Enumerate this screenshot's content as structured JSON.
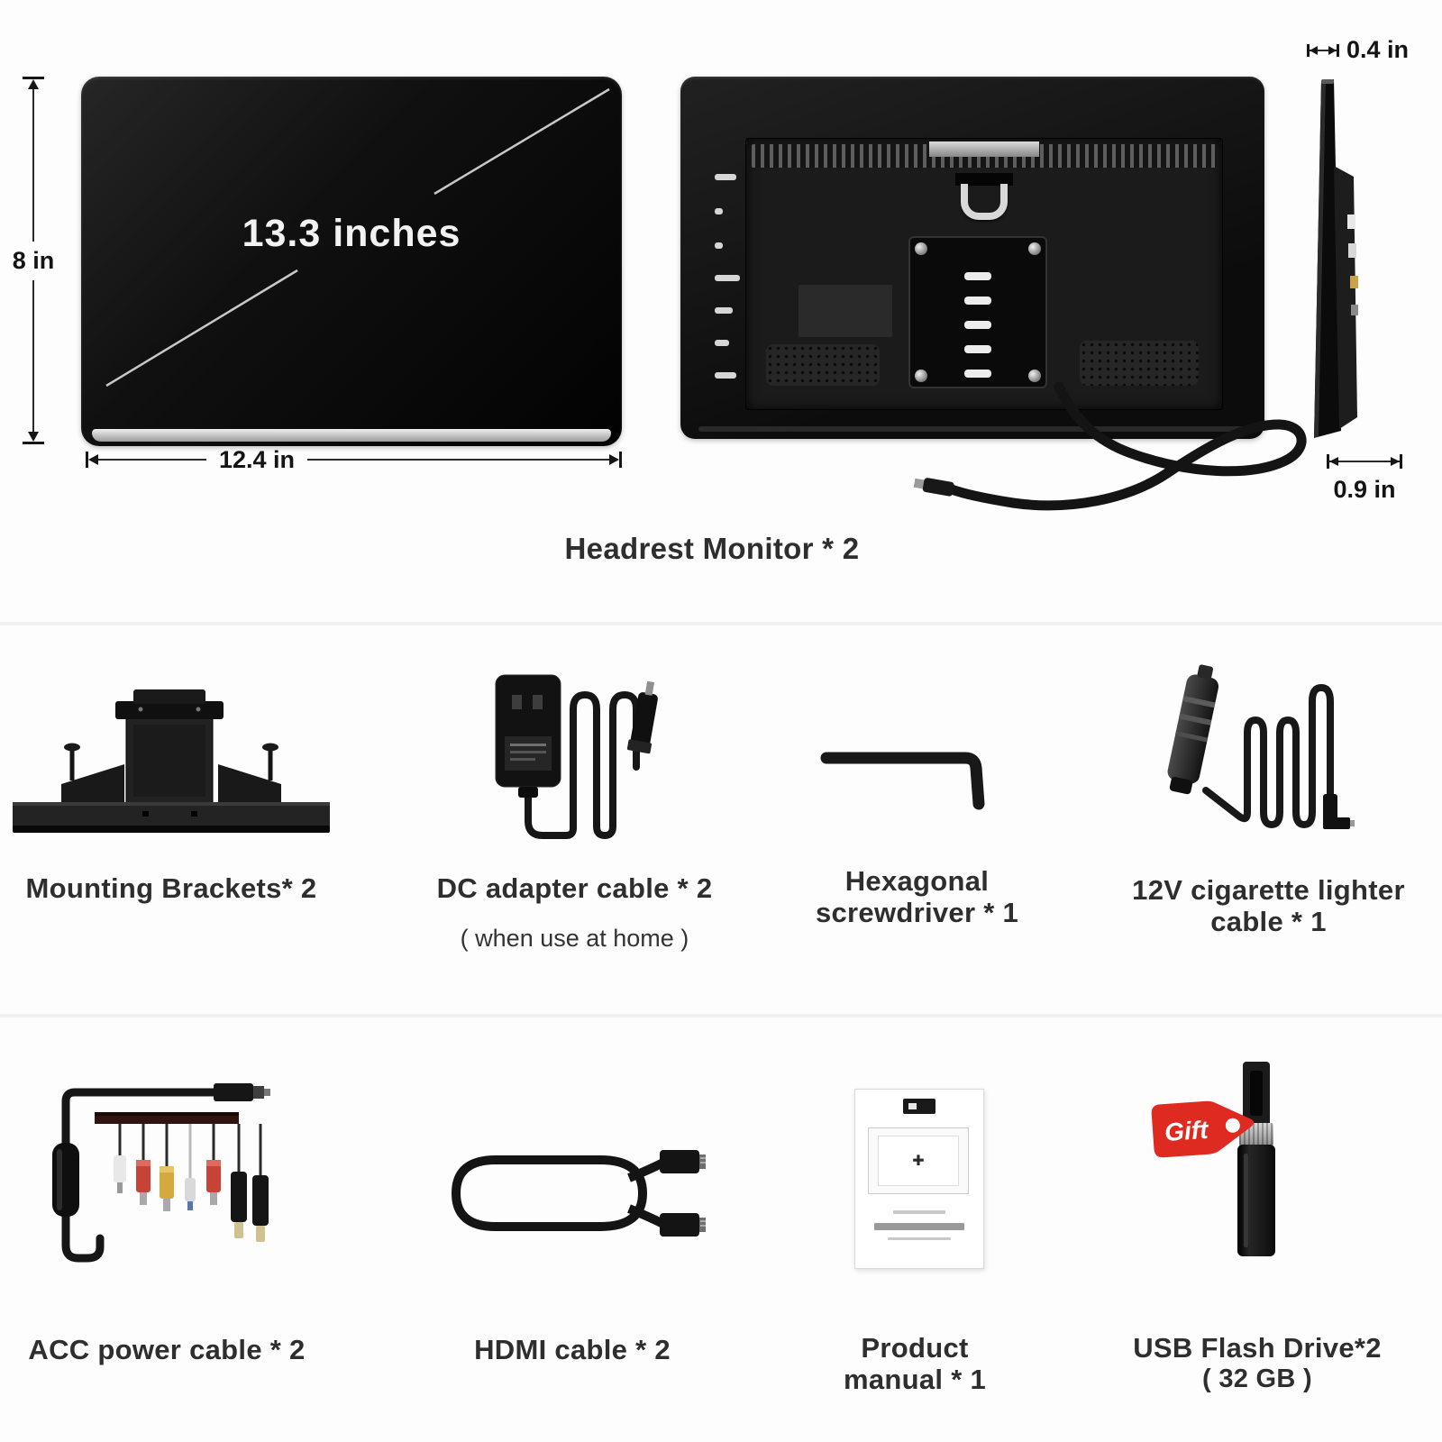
{
  "monitor": {
    "screen_size": "13.3 inches",
    "height_label": "8 in",
    "width_label": "12.4 in",
    "depth_top_label": "0.4 in",
    "depth_bottom_label": "0.9 in",
    "caption": "Headrest Monitor * 2"
  },
  "items": {
    "mounting_brackets": {
      "label": "Mounting Brackets* 2"
    },
    "dc_adapter": {
      "label": "DC adapter cable * 2",
      "note": "( when use at home )"
    },
    "hex_screwdriver": {
      "line1": "Hexagonal",
      "line2": "screwdriver * 1"
    },
    "cigarette_lighter": {
      "line1": "12V cigarette lighter",
      "line2": "cable  * 1"
    },
    "acc_cable": {
      "label": "ACC power cable * 2"
    },
    "hdmi_cable": {
      "label": "HDMI cable * 2"
    },
    "manual": {
      "line1": "Product",
      "line2": "manual * 1"
    },
    "usb_drive": {
      "line1": "USB Flash Drive*2",
      "line2": "( 32 GB )",
      "gift": "Gift"
    }
  },
  "colors": {
    "gift_red": "#df2a21",
    "rca_red": "#c74237",
    "rca_yellow": "#d5a93e",
    "harness_brown": "#311410",
    "divider_gray": "#f0f0f0"
  }
}
